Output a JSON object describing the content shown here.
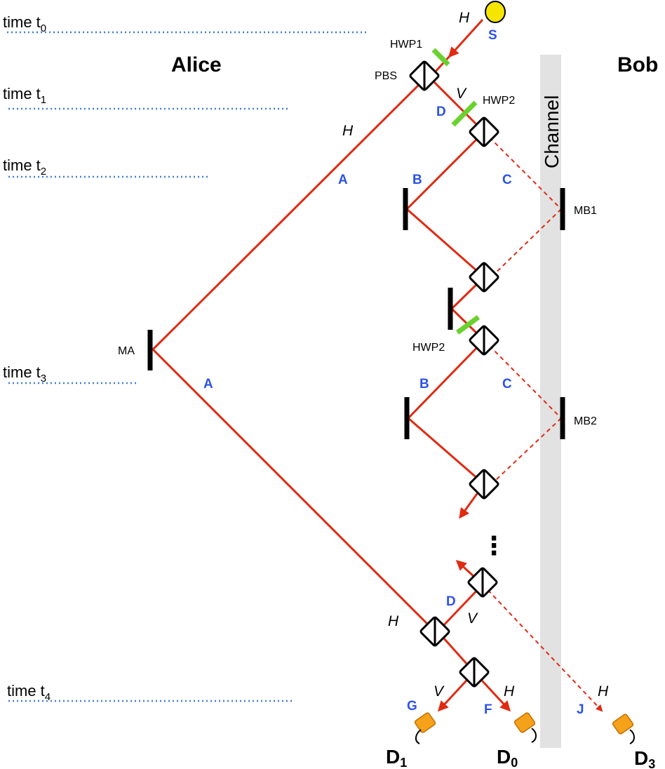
{
  "time_labels": [
    {
      "main": "time t",
      "sub": "0"
    },
    {
      "main": "time t",
      "sub": "1"
    },
    {
      "main": "time t",
      "sub": "2"
    },
    {
      "main": "time t",
      "sub": "3"
    },
    {
      "main": "time t",
      "sub": "4"
    }
  ],
  "parties": {
    "alice": "Alice",
    "bob": "Bob",
    "channel": "Channel"
  },
  "source_label": "S",
  "path_labels": {
    "A1": "A",
    "A2": "A",
    "B1": "B",
    "C1": "C",
    "B2": "B",
    "C2": "C",
    "D_top": "D",
    "D_bottom": "D",
    "F": "F",
    "G": "G",
    "J": "J"
  },
  "polarizations": {
    "H_source": "H",
    "V_top": "V",
    "H_alice": "H",
    "H_bottom_left": "H",
    "V_bottom": "V",
    "V_det1": "V",
    "H_det0": "H",
    "H_det3": "H"
  },
  "components": {
    "hwp1": "HWP1",
    "pbs": "PBS",
    "hwp2_top": "HWP2",
    "hwp2_mid": "HWP2",
    "ma": "MA",
    "mb1": "MB1",
    "mb2": "MB2"
  },
  "detectors": [
    {
      "main": "D",
      "sub": "1"
    },
    {
      "main": "D",
      "sub": "0"
    },
    {
      "main": "D",
      "sub": "3"
    }
  ],
  "ellipsis": "⋮",
  "colors": {
    "beam": "#e02a12",
    "label_blue": "#2a52e8",
    "hwp_green": "#6ad12f",
    "channel_gray": "#e2e2e2",
    "timeline_blue": "#3d7fd6",
    "source_yellow": "#f5e600",
    "detector_orange": "#f5a21a"
  }
}
